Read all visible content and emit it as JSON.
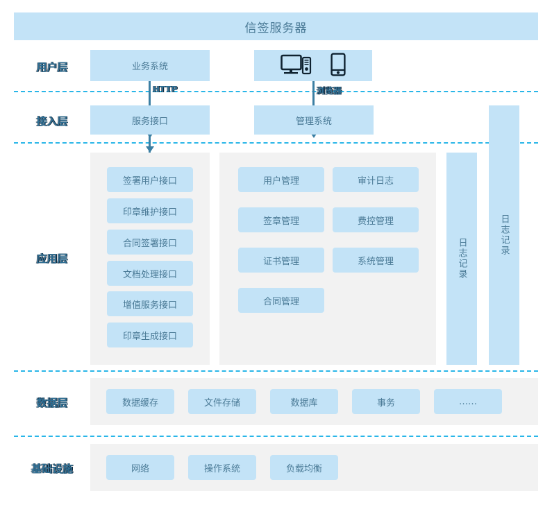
{
  "title": "信签服务器",
  "layers": [
    {
      "key": "user",
      "label": "用户层"
    },
    {
      "key": "access",
      "label": "接入层"
    },
    {
      "key": "app",
      "label": "应用层"
    },
    {
      "key": "data",
      "label": "数据层"
    },
    {
      "key": "infra",
      "label": "基础设施"
    }
  ],
  "user_layer": {
    "business_system": "业务系统",
    "devices": {
      "desktop_icon": "desktop-computer-icon",
      "mobile_icon": "mobile-phone-icon"
    }
  },
  "connectors": [
    {
      "name": "http-connector",
      "label": "HTTP"
    },
    {
      "name": "browser-connector",
      "label": "浏览器"
    }
  ],
  "access_layer": {
    "service_interface": "服务接口",
    "management_system": "管理系统"
  },
  "app_layer": {
    "interface_column": [
      "签署用户接口",
      "印章维护接口",
      "合同签署接口",
      "文档处理接口",
      "增值服务接口",
      "印章生成接口"
    ],
    "management_grid": [
      [
        "用户管理",
        "审计日志"
      ],
      [
        "签章管理",
        "费控管理"
      ],
      [
        "证书管理",
        "系统管理"
      ],
      [
        "合同管理",
        ""
      ]
    ],
    "log_columns": [
      "日志记录",
      "日志记录"
    ]
  },
  "data_layer": {
    "items": [
      "数据缓存",
      "文件存储",
      "数据库",
      "事务",
      "……"
    ]
  },
  "infra_layer": {
    "items": [
      "网络",
      "操作系统",
      "负载均衡"
    ]
  },
  "colors": {
    "box_fill": "#c3e3f7",
    "panel_fill": "#f2f2f2",
    "text": "#4a7a96",
    "separator": "#29b6e8",
    "arrow": "#3b7fa3",
    "label_text": "#2f6f94"
  }
}
